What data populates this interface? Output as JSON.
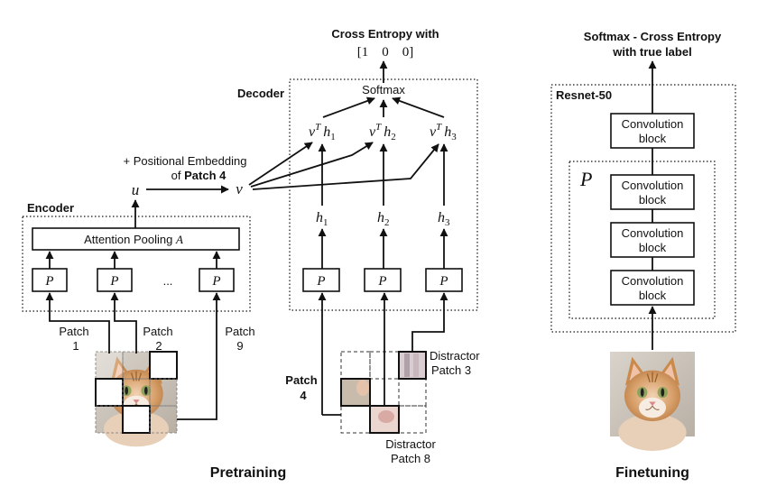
{
  "pretraining": {
    "caption": "Pretraining",
    "encoder": {
      "label": "Encoder",
      "attention_label": "Attention Pooling",
      "attention_var": "A",
      "p_label": "P",
      "ellipsis": "...",
      "patches": [
        "Patch",
        "1",
        "Patch",
        "2",
        "Patch",
        "9"
      ]
    },
    "embedding": {
      "line1": "+ Positional Embedding",
      "line2_prefix": "of ",
      "line2_bold": "Patch 4",
      "u": "u",
      "v": "v"
    },
    "decoder": {
      "label": "Decoder",
      "softmax": "Softmax",
      "scores": [
        {
          "v": "v",
          "sup": "T",
          "h": "h",
          "sub": "1"
        },
        {
          "v": "v",
          "sup": "T",
          "h": "h",
          "sub": "2"
        },
        {
          "v": "v",
          "sup": "T",
          "h": "h",
          "sub": "3"
        }
      ],
      "hiddens": [
        {
          "h": "h",
          "sub": "1"
        },
        {
          "h": "h",
          "sub": "2"
        },
        {
          "h": "h",
          "sub": "3"
        }
      ],
      "p_label": "P"
    },
    "loss": {
      "title": "Cross Entropy with",
      "vector": "[1    0    0]"
    },
    "target": {
      "patch_line1": "Patch",
      "patch_line2": "4",
      "distractor3_line1": "Distractor",
      "distractor3_line2": "Patch 3",
      "distractor8_line1": "Distractor",
      "distractor8_line2": "Patch 8"
    }
  },
  "finetuning": {
    "caption": "Finetuning",
    "loss_line1": "Softmax - Cross Entropy",
    "loss_line2": "with true label",
    "resnet_label": "Resnet-50",
    "p_label": "P",
    "block_line1": "Convolution",
    "block_line2": "block"
  },
  "icons": [
    "cat-photo-icon"
  ]
}
